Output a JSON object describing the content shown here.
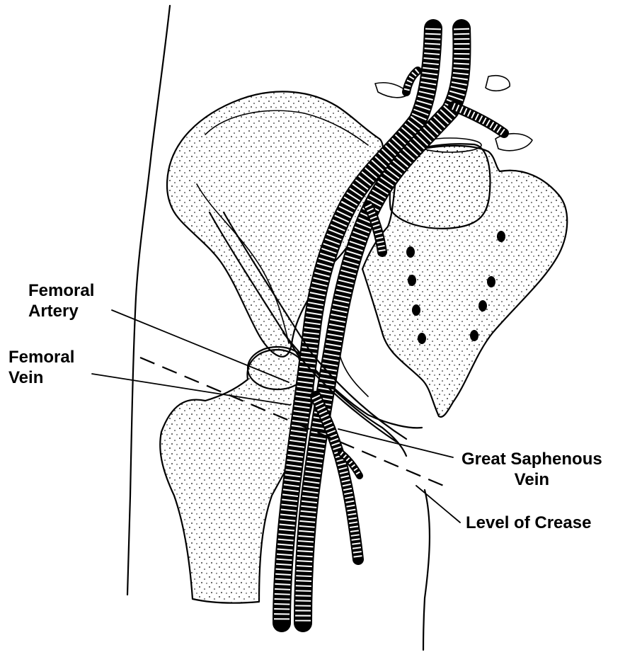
{
  "labels": {
    "femoral_artery": [
      "Femoral",
      "Artery"
    ],
    "femoral_vein": [
      "Femoral",
      "Vein"
    ],
    "great_saphenous_vein": [
      "Great Saphenous",
      "Vein"
    ],
    "level_of_crease": "Level of Crease"
  },
  "colors": {
    "ink": "#000000",
    "paper": "#ffffff"
  }
}
